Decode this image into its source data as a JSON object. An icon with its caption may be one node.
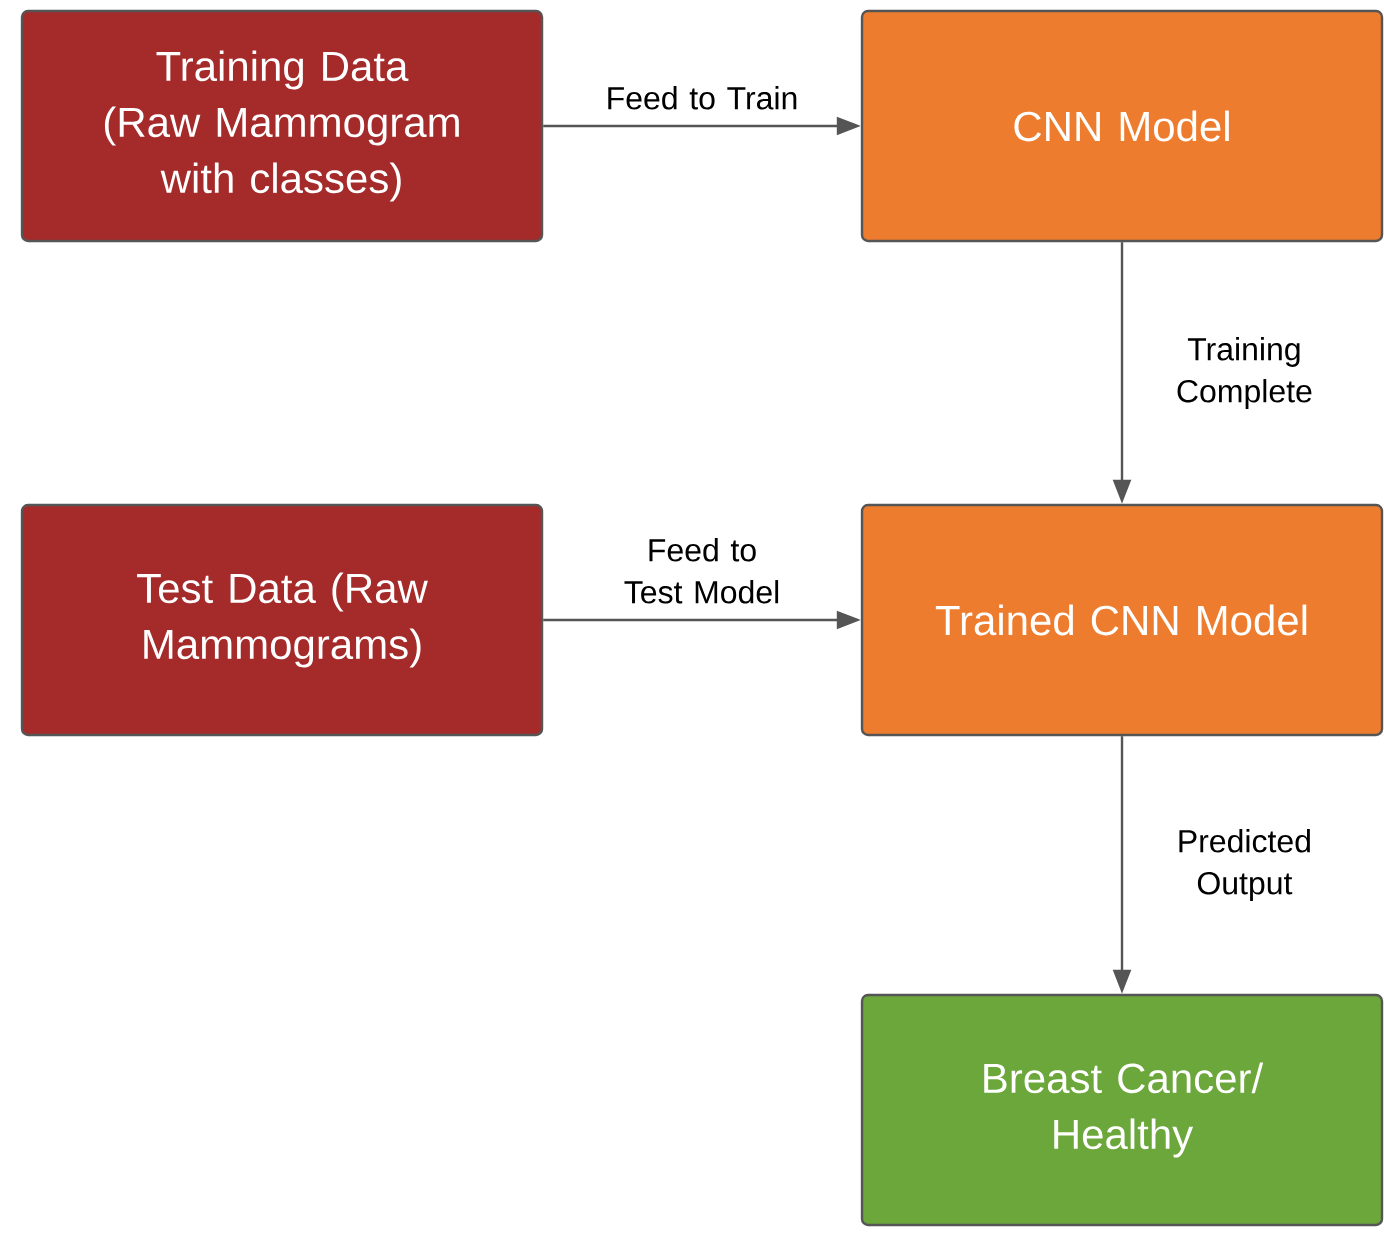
{
  "diagram": {
    "nodes": [
      {
        "text": [
          "Training Data (Raw Mammogram with classes)"
        ]
      },
      {
        "text": [
          "CNN Model"
        ]
      },
      {
        "text": [
          "Test Data (Raw Mammograms)"
        ]
      },
      {
        "text": [
          "Trained CNN Model"
        ]
      },
      {
        "text": [
          "Breast Cancer/ Healthy"
        ]
      }
    ],
    "edges": [
      {
        "from": 0,
        "to": 1,
        "arrow": "to",
        "label": "Feed to Train"
      },
      {
        "from": 1,
        "to": 3,
        "arrow": "to",
        "label": "Training Complete"
      },
      {
        "from": 2,
        "to": 3,
        "arrow": "to",
        "label": "Feed to Test Model"
      },
      {
        "from": 3,
        "to": 4,
        "arrow": "to",
        "label": "Predicted Output"
      }
    ]
  }
}
